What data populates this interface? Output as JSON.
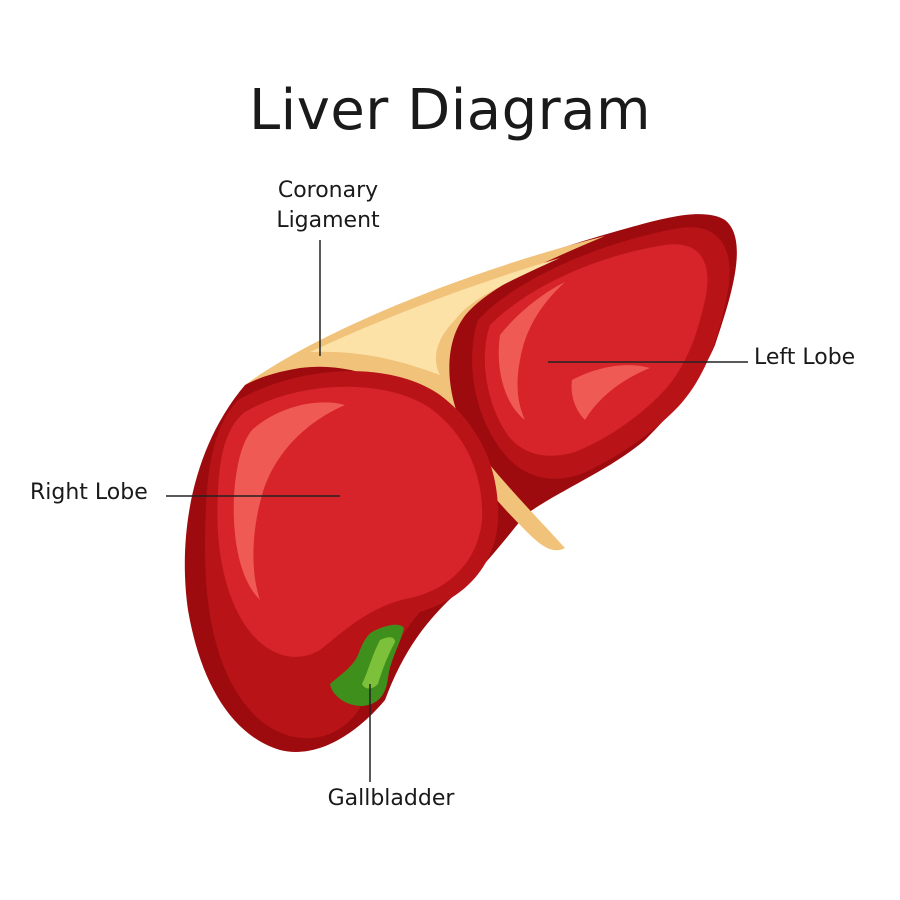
{
  "title": "Liver Diagram",
  "labels": {
    "coronary_line1": "Coronary",
    "coronary_line2": "Ligament",
    "left_lobe": "Left Lobe",
    "right_lobe": "Right Lobe",
    "gallbladder": "Gallbladder"
  },
  "colors": {
    "liver_dark": "#9e0b0f",
    "liver_mid": "#b81418",
    "liver_main": "#d7232a",
    "liver_highlight": "#ef5a55",
    "ligament": "#f1c27a",
    "ligament_light": "#fde2a8",
    "gallbladder": "#3f8f1c",
    "gallbladder_light": "#7dc13b",
    "leader_line": "#222222"
  }
}
